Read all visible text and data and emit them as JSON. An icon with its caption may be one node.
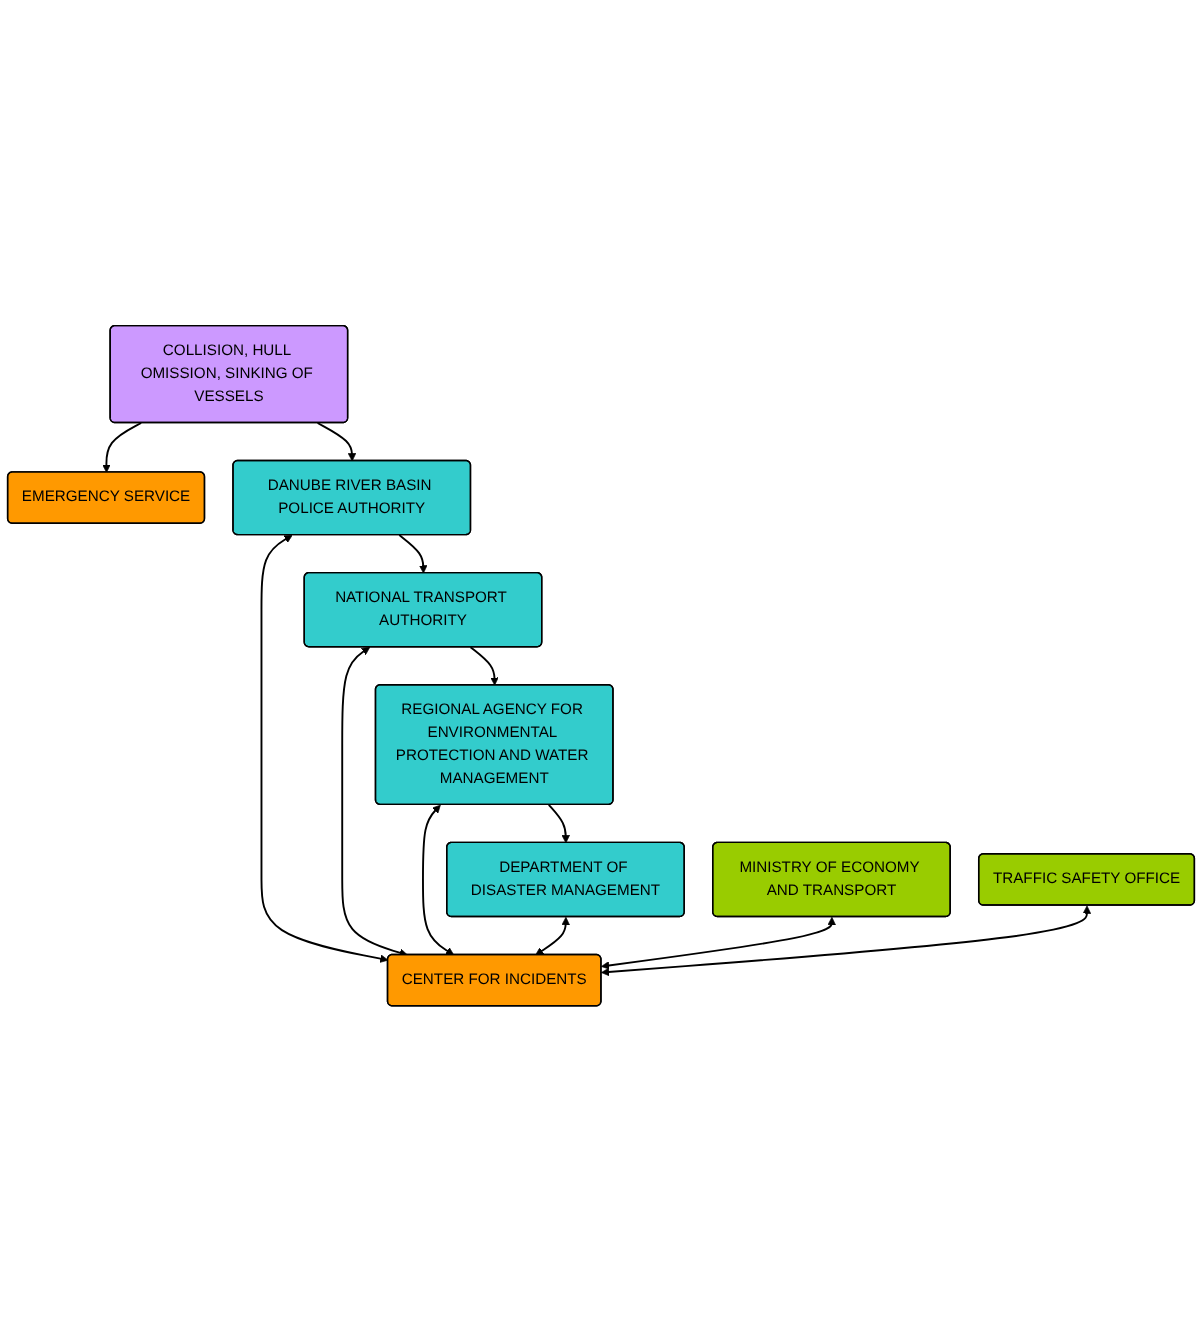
{
  "diagram": {
    "nodes": [
      {
        "text": [
          "COLLISION, HULL OMISSION, SINKING OF VESSELS"
        ]
      },
      {
        "text": [
          "EMERGENCY SERVICE"
        ]
      },
      {
        "text": [
          "DANUBE RIVER BASIN POLICE AUTHORITY"
        ]
      },
      {
        "text": [
          "NATIONAL TRANSPORT AUTHORITY"
        ]
      },
      {
        "text": [
          "REGIONAL AGENCY FOR ENVIRONMENTAL PROTECTION AND WATER MANAGEMENT"
        ]
      },
      {
        "text": [
          "DEPARTMENT OF DISASTER MANAGEMENT"
        ]
      },
      {
        "text": [
          "CENTER FOR INCIDENTS"
        ]
      },
      {
        "text": [
          "MINISTRY OF ECONOMY AND TRANSPORT"
        ]
      },
      {
        "text": [
          "TRAFFIC SAFETY OFFICE"
        ]
      }
    ],
    "edges": [
      {
        "from": 0,
        "to": 1,
        "arrow": "to"
      },
      {
        "from": 0,
        "to": 2,
        "arrow": "to"
      },
      {
        "from": 2,
        "to": 3,
        "arrow": "to"
      },
      {
        "from": 3,
        "to": 4,
        "arrow": "to"
      },
      {
        "from": 4,
        "to": 5,
        "arrow": "to"
      },
      {
        "from": 2,
        "to": 6,
        "arrow": "both"
      },
      {
        "from": 3,
        "to": 6,
        "arrow": "both"
      },
      {
        "from": 4,
        "to": 6,
        "arrow": "both"
      },
      {
        "from": 5,
        "to": 6,
        "arrow": "both"
      },
      {
        "from": 7,
        "to": 6,
        "arrow": "both"
      },
      {
        "from": 8,
        "to": 6,
        "arrow": "both"
      }
    ]
  }
}
